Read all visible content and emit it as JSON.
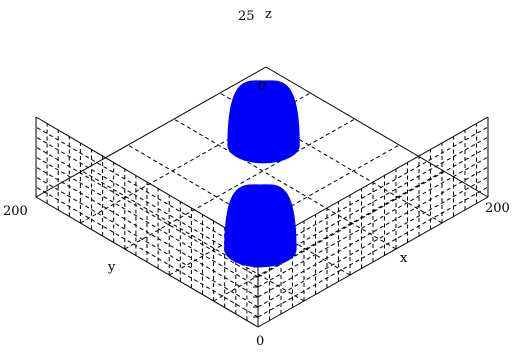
{
  "chart_data": {
    "type": "surface3d",
    "title": "",
    "axes": {
      "x": {
        "label": "x",
        "range": [
          0,
          200
        ],
        "ticks": [
          {
            "value": 200,
            "label": "200"
          }
        ],
        "gridlines": [
          40,
          80,
          120,
          160
        ]
      },
      "y": {
        "label": "y",
        "range": [
          0,
          200
        ],
        "ticks": [
          {
            "value": 200,
            "label": "200"
          }
        ],
        "gridlines": [
          40,
          80,
          120,
          160
        ]
      },
      "z": {
        "label": "z",
        "range": [
          0,
          25
        ],
        "ticks": [
          {
            "value": 25,
            "label": "25"
          }
        ]
      },
      "origin_label": "0",
      "z_origin_label": "0"
    },
    "grid": true,
    "grid_style": "dashed",
    "series": [
      {
        "shape": "hemisphere",
        "center_x": 60,
        "center_y": 60,
        "radius": 30,
        "height": 20,
        "color": "#0000ff"
      },
      {
        "shape": "hemisphere",
        "center_x": 140,
        "center_y": 140,
        "radius": 30,
        "height": 20,
        "color": "#0000ff"
      }
    ],
    "colors": {
      "surface": "#0000ff",
      "frame": "#000000",
      "grid": "#000000"
    }
  }
}
